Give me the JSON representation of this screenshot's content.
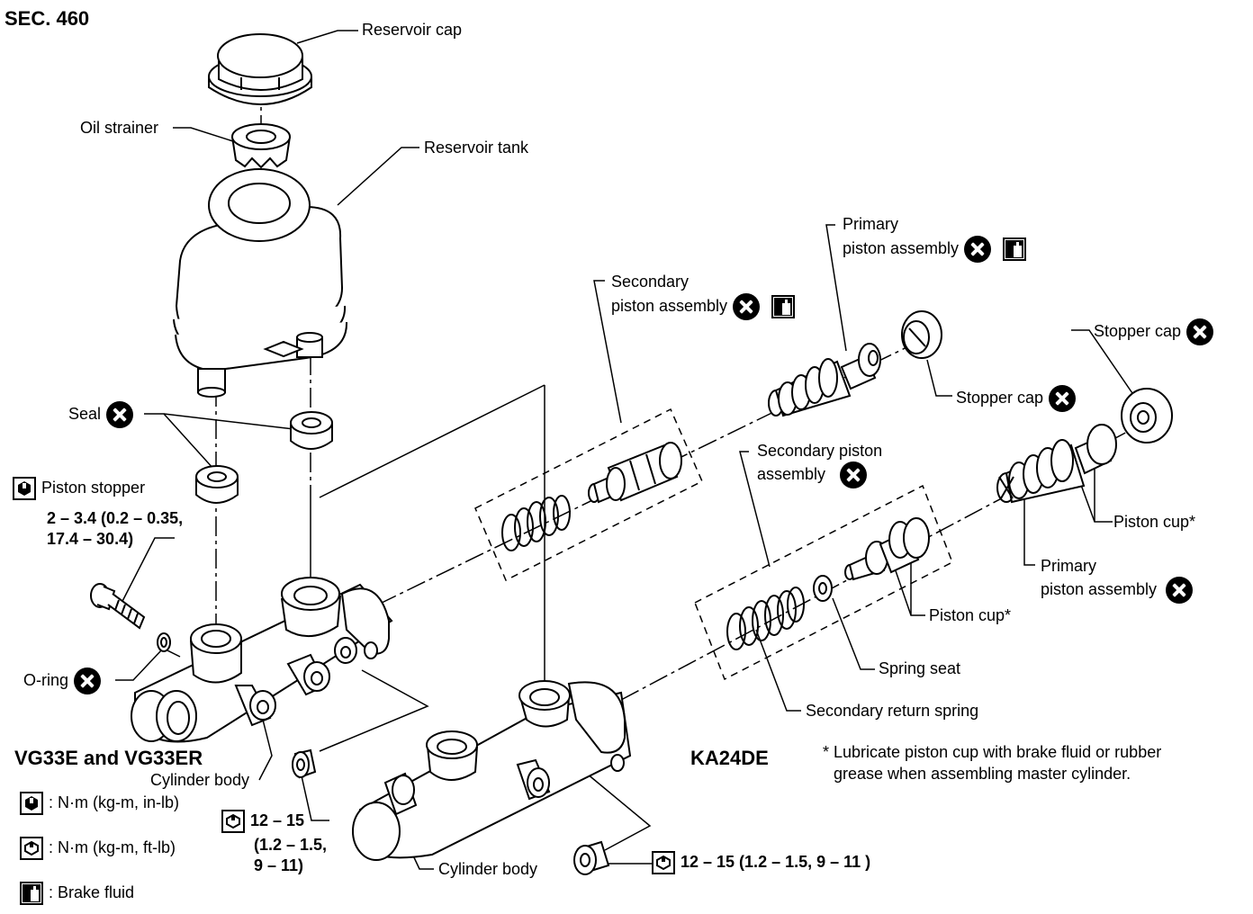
{
  "section": "SEC. 460",
  "labels": {
    "reservoir_cap": "Reservoir cap",
    "oil_strainer": "Oil strainer",
    "reservoir_tank": "Reservoir tank",
    "seal": "Seal",
    "piston_stopper": "Piston stopper",
    "piston_stopper_torque_1": "2 – 3.4 (0.2 – 0.35,",
    "piston_stopper_torque_2": "17.4 – 30.4)",
    "o_ring": "O-ring",
    "cylinder_body_left": "Cylinder body",
    "cylinder_body_right": "Cylinder body",
    "vg_torque_1": "12 – 15",
    "vg_torque_2": "(1.2 – 1.5,",
    "vg_torque_3": "9 – 11)",
    "ka_torque": "12 – 15 (1.2 – 1.5, 9 – 11 )",
    "secondary_piston_upper_1": "Secondary",
    "secondary_piston_upper_2": "piston assembly",
    "primary_piston_upper_1": "Primary",
    "primary_piston_upper_2": "piston assembly",
    "stopper_cap_upper": "Stopper cap",
    "stopper_cap_right": "Stopper cap",
    "secondary_piston_lower_1": "Secondary piston",
    "secondary_piston_lower_2": "assembly",
    "piston_cup_right": "Piston cup*",
    "primary_piston_lower_1": "Primary",
    "primary_piston_lower_2": "piston assembly",
    "piston_cup_mid": "Piston cup*",
    "spring_seat": "Spring seat",
    "secondary_return_spring": "Secondary return spring"
  },
  "models": {
    "left": "VG33E and VG33ER",
    "right": "KA24DE"
  },
  "legend": {
    "inlb": ": N·m (kg-m, in-lb)",
    "ftlb": ": N·m (kg-m, ft-lb)",
    "fluid": ": Brake fluid"
  },
  "note": {
    "line1": "* Lubricate piston cup with brake fluid or rubber",
    "line2": "grease when assembling master cylinder."
  },
  "icons": {
    "do_not_reuse": "x-circle-icon",
    "torque_inlb": "wrench-inlb-icon",
    "torque_ftlb": "wrench-ftlb-icon",
    "brake_fluid": "brake-fluid-icon"
  }
}
